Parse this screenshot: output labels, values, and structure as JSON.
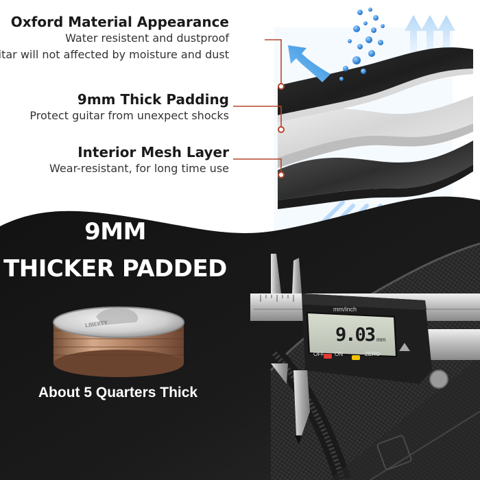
{
  "layers": [
    {
      "title": "Oxford Material Appearance",
      "desc1": "Water resistent and dustproof",
      "desc2": "Guitar will not affected by moisture and dust"
    },
    {
      "title": "9mm Thick Padding",
      "desc1": "Protect guitar from unexpect shocks"
    },
    {
      "title": "Interior Mesh Layer",
      "desc1": "Wear-resistant, for long time use"
    }
  ],
  "headline": {
    "line1": "9MM",
    "line2": "THICKER PADDED"
  },
  "quarters_caption": "About 5 Quarters Thick",
  "coin_text": "LIBERTY",
  "caliper": {
    "header": "mm/inch",
    "readout": "9.03",
    "unit": "mm",
    "buttons": [
      "OFF",
      "ON",
      "ZERO"
    ],
    "button_colors": [
      "#e53935",
      "#f2c200"
    ]
  },
  "colors": {
    "accent_connector": "#b5452b",
    "water_blue": "#2f8fe0",
    "dark_panel": "#0f0f0f"
  }
}
